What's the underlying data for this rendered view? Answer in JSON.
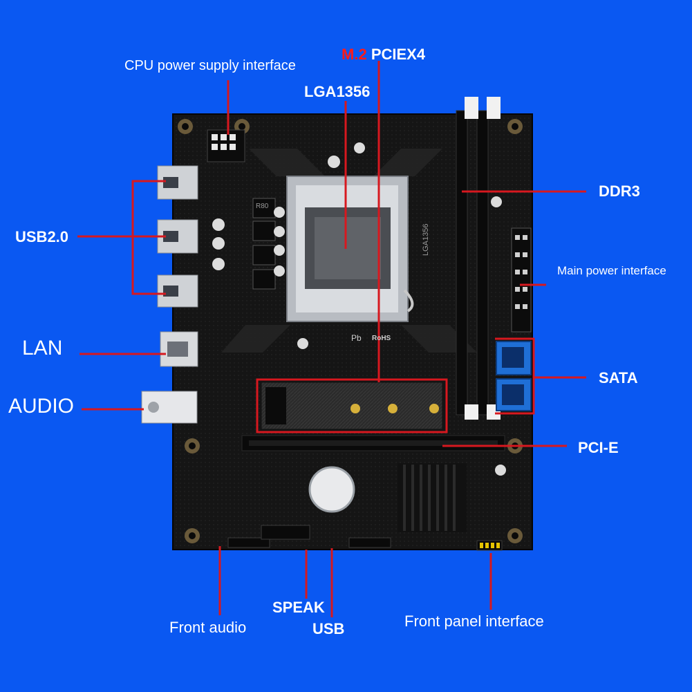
{
  "labels": {
    "cpu_power": "CPU power supply interface",
    "m2_prefix": "M.2",
    "m2_suffix": "PCIEX4",
    "lga": "LGA1356",
    "usb20": "USB2.0",
    "ddr3": "DDR3",
    "main_power": "Main power interface",
    "lan": "LAN",
    "audio": "AUDIO",
    "sata": "SATA",
    "pcie": "PCI-E",
    "speak": "SPEAK",
    "usb": "USB",
    "front_audio": "Front audio",
    "front_panel": "Front panel interface"
  },
  "board_markings": {
    "socket_silk": "LGA1356",
    "rohs": "RoHS",
    "pb": "Pb",
    "choke_code": "R80"
  },
  "colors": {
    "background": "#0a58f2",
    "leader_line": "#d7181f",
    "label_text": "#ffffff",
    "m2_text": "#ff1a1a",
    "board": "#141414"
  }
}
